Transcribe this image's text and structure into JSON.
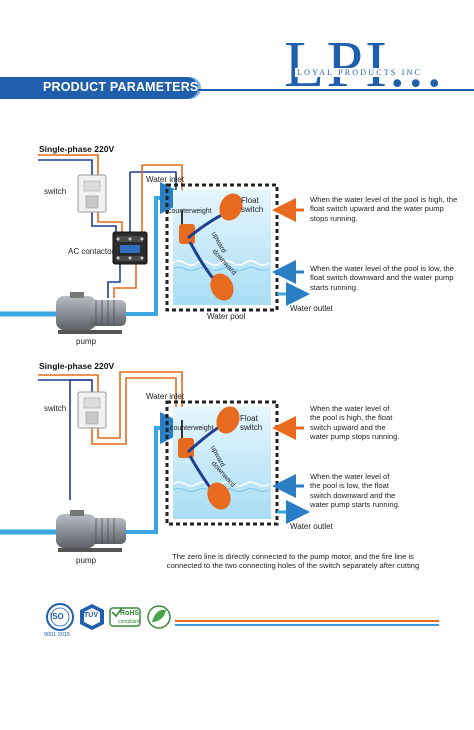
{
  "brand": {
    "logo_text": "LPI...",
    "subtitle": "LOYAL PRODUCTS INC",
    "blue": "#1f5fae",
    "orange": "#e86a1e",
    "light_blue": "#3a9ad9"
  },
  "header": {
    "title": "PRODUCT PARAMETERS"
  },
  "diagram1": {
    "supply": "Single-phase 220V",
    "switch": "switch",
    "contactor": "AC contactor",
    "pump": "pump",
    "water_inlet": "Water inlet",
    "counterweight": "counterweight",
    "float_switch": "Float switch",
    "upward": "upward",
    "downward": "downward",
    "water_pool": "Water pool",
    "water_outlet": "Water outlet",
    "note_high": "When the water level of the pool is high, the float switch upward and the water pump stops running.",
    "note_low": "When the water level of the pool is low, the float switch downward and the water pump starts running."
  },
  "diagram2": {
    "supply": "Single-phase 220V",
    "switch": "switch",
    "pump": "pump",
    "water_inlet": "Water inlet",
    "counterweight": "counterweight",
    "float_switch": "Float switch",
    "upward": "upward",
    "downward": "downward",
    "water_outlet": "Water outlet",
    "note_high": "When the water level of the pool is high, the float switch upward and the water pump stops running.",
    "note_low": "When the water level of the pool is low, the float switch downward and the water pump starts running.",
    "footnote": "The zero line is directly connected to the pump motor, and the fire line is connected to the two connecting holes of the switch separately after cutting"
  },
  "certifications": {
    "iso": "ISO",
    "iso_number": "9001:2015",
    "tuv": "TÜV",
    "rohs": "RoHS",
    "rohs_sub": "compliant",
    "eco": "eco-icon"
  }
}
